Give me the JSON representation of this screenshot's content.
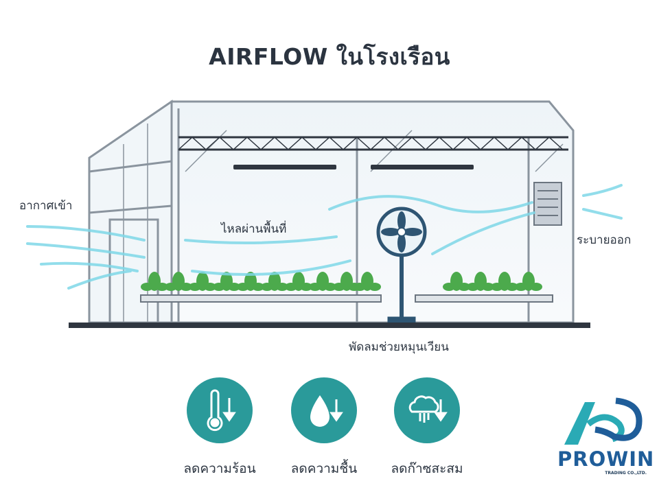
{
  "title": "AIRFLOW ในโรงเรือน",
  "labels": {
    "air_in": "อากาศเข้า",
    "flow_through": "ไหลผ่านพื้นที่",
    "exhaust": "ระบายออก",
    "fan": "พัดลมช่วยหมุนเวียน"
  },
  "benefits": [
    {
      "icon": "thermometer-down-icon",
      "label": "ลดความร้อน"
    },
    {
      "icon": "water-drop-down-icon",
      "label": "ลดความชื้น"
    },
    {
      "icon": "gas-cloud-down-icon",
      "label": "ลดก๊าซสะสม"
    }
  ],
  "logo": {
    "name": "PROWIN",
    "subtitle": "TRADING CO.,LTD."
  },
  "colors": {
    "teal": "#2a9a9a",
    "airflow": "#7fd8e8",
    "frame": "#8a949e",
    "dark": "#2b3440",
    "logo_blue": "#1f5d99",
    "logo_teal": "#2aaab5"
  }
}
